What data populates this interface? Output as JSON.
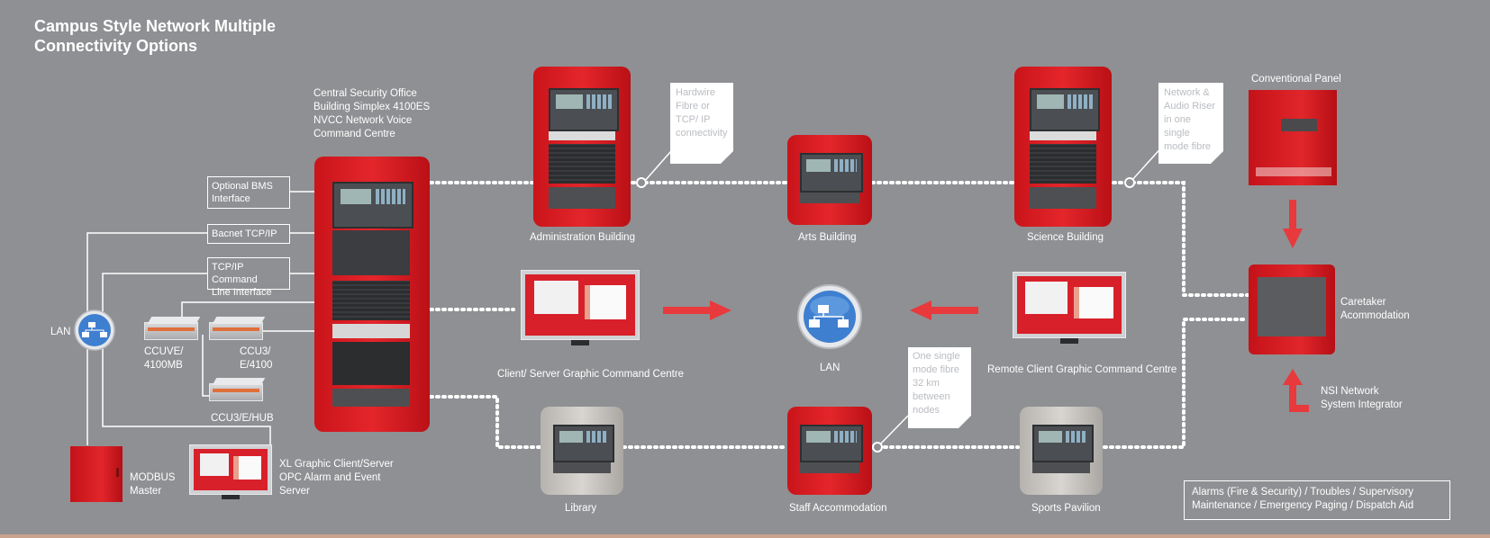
{
  "title": [
    "Campus Style Network Multiple",
    "Connectivity Options"
  ],
  "labels": {
    "central_office": [
      "Central Security Office",
      "Building Simplex 4100ES",
      "NVCC Network Voice",
      "Command Centre"
    ],
    "admin_building": "Administration Building",
    "arts_building": "Arts Building",
    "science_building": "Science Building",
    "conventional_panel": "Conventional Panel",
    "caretaker": [
      "Caretaker",
      "Acommodation"
    ],
    "nsi": [
      "NSI Network",
      "System Integrator"
    ],
    "client_server": "Client/ Server Graphic Command Centre",
    "remote_client": "Remote Client Graphic Command Centre",
    "lan_center": "LAN",
    "lan_left": "LAN",
    "library": "Library",
    "staff_accommodation": "Staff Accommodation",
    "sports_pavilion": "Sports Pavilion",
    "ccuve": [
      "CCUVE/",
      "4100MB"
    ],
    "ccu3_e4100": [
      "CCU3/",
      "E/4100"
    ],
    "ccu3_hub": "CCU3/E/HUB",
    "modbus": [
      "MODBUS",
      "Master"
    ],
    "xl_graphic": [
      "XL Graphic Client/Server",
      "OPC Alarm and Event",
      "Server"
    ]
  },
  "interface_boxes": {
    "bms": [
      "Optional BMS",
      "Interface"
    ],
    "bacnet": "Bacnet TCP/IP",
    "tcpip": [
      "TCP/IP Command",
      "Line Interface"
    ]
  },
  "notes": {
    "hardwire": [
      "Hardwire",
      "Fibre or",
      "TCP/ IP",
      "connectivity"
    ],
    "network_audio": [
      "Network &",
      "Audio Riser",
      "in one single",
      "mode fibre"
    ],
    "single_mode": [
      "One single",
      "mode fibre",
      "32 km",
      "between",
      "nodes"
    ]
  },
  "legend": {
    "line1": "Alarms (Fire & Security)  /  Troubles  /  Supervisory",
    "line2": "Maintenance  /  Emergency Paging  /  Dispatch Aid"
  },
  "colors": {
    "background": "#8f9093",
    "panel_red": "#e1262b",
    "arrow_red": "#e8393c",
    "lan_blue": "#3f7fd0",
    "line_white": "#ffffff"
  },
  "icons": {
    "lan": "network-globe-icon",
    "arrow": "red-arrow-icon"
  }
}
